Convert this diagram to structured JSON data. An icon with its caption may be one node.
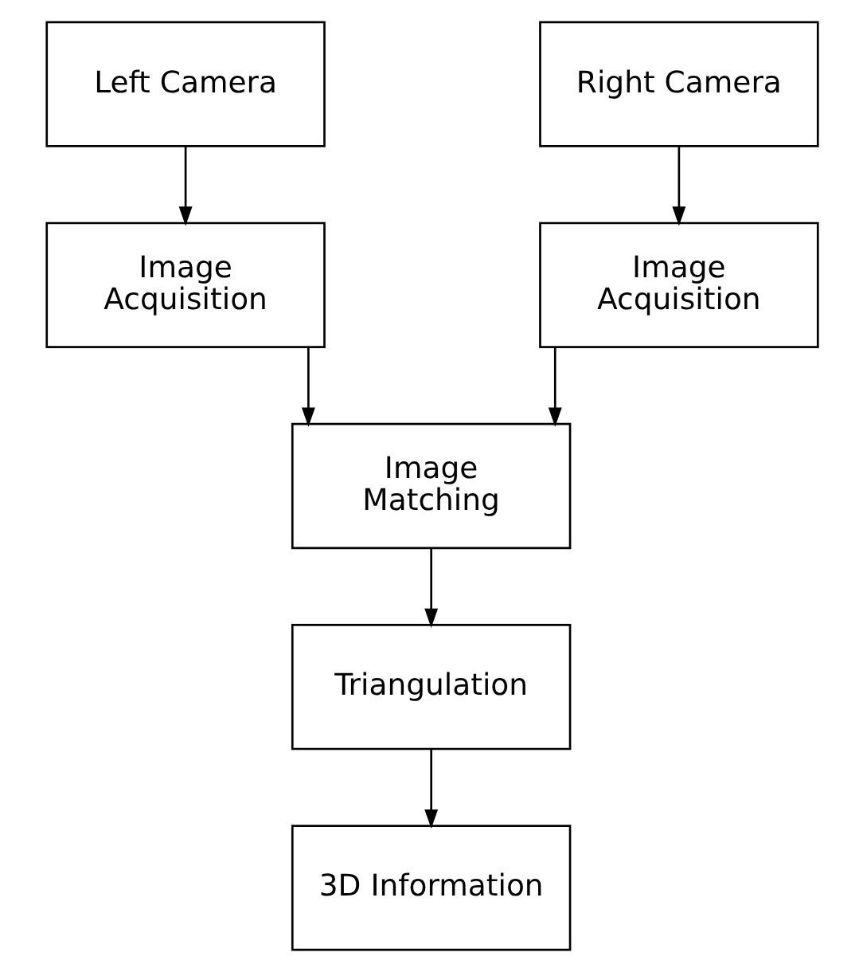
{
  "diagram": {
    "nodes": [
      {
        "text": [
          "Left Camera"
        ]
      },
      {
        "text": [
          "Right Camera"
        ]
      },
      {
        "text": [
          "Image Acquisition"
        ]
      },
      {
        "text": [
          "Image Acquisition"
        ]
      },
      {
        "text": [
          "Image Matching"
        ]
      },
      {
        "text": [
          "Triangulation"
        ]
      },
      {
        "text": [
          "3D Information"
        ]
      }
    ],
    "edges": [
      {
        "from": 0,
        "to": 2,
        "arrow": "to"
      },
      {
        "from": 1,
        "to": 3,
        "arrow": "to"
      },
      {
        "from": 2,
        "to": 4,
        "arrow": "to"
      },
      {
        "from": 3,
        "to": 4,
        "arrow": "to"
      },
      {
        "from": 4,
        "to": 5,
        "arrow": "to"
      },
      {
        "from": 5,
        "to": 6,
        "arrow": "to"
      }
    ]
  }
}
